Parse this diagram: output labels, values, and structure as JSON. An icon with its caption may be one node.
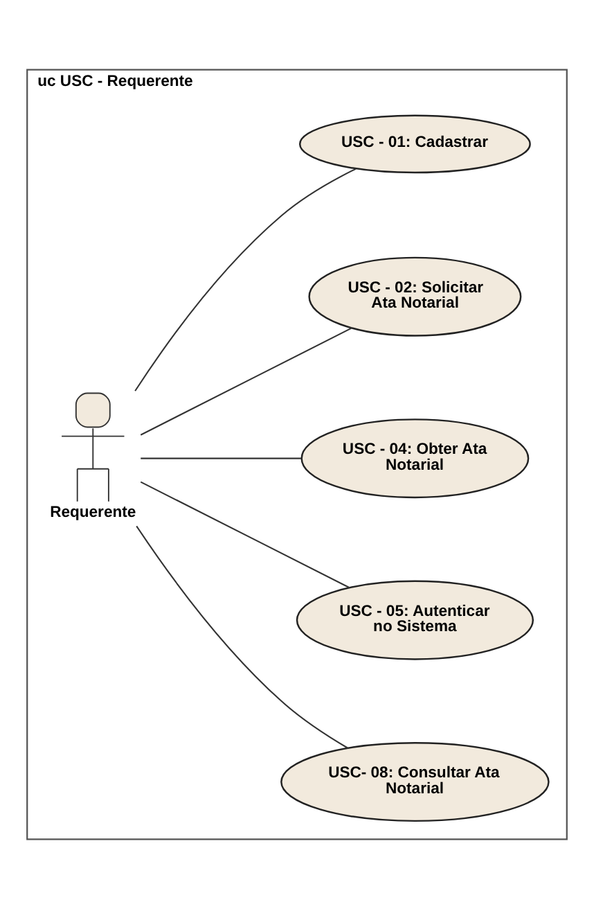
{
  "diagram": {
    "nodes": [
      {
        "text": [
          "uc USC - Requerente"
        ]
      },
      {
        "text": [
          "Requerente"
        ],
        "in": 0
      },
      {
        "text": [
          "USC - 01: Cadastrar"
        ],
        "in": 0
      },
      {
        "text": [
          "USC - 02: Solicitar Ata Notarial"
        ],
        "in": 0
      },
      {
        "text": [
          "USC - 04: Obter Ata Notarial"
        ],
        "in": 0
      },
      {
        "text": [
          "USC - 05: Autenticar no Sistema"
        ],
        "in": 0
      },
      {
        "text": [
          "USC- 08: Consultar Ata Notarial"
        ],
        "in": 0
      }
    ],
    "edges": [
      {
        "from": 1,
        "to": 2,
        "arrow": "none"
      },
      {
        "from": 1,
        "to": 3,
        "arrow": "none"
      },
      {
        "from": 1,
        "to": 4,
        "arrow": "none"
      },
      {
        "from": 1,
        "to": 5,
        "arrow": "none"
      },
      {
        "from": 1,
        "to": 6,
        "arrow": "none"
      }
    ]
  }
}
